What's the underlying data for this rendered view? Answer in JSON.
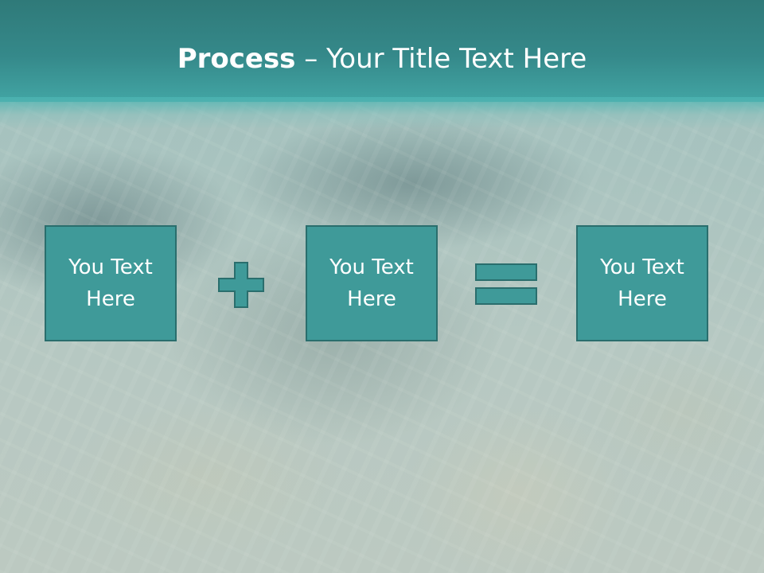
{
  "title": {
    "bold": "Process",
    "rest": " – Your Title Text Here"
  },
  "boxes": [
    {
      "text": "You Text\nHere"
    },
    {
      "text": "You Text\nHere"
    },
    {
      "text": "You Text\nHere"
    }
  ],
  "operators": {
    "first": "plus-icon",
    "second": "equals-icon"
  },
  "colors": {
    "header": "#35898a",
    "box_fill": "#3f9a99",
    "box_border": "#2a6e6d",
    "text": "#ffffff"
  }
}
